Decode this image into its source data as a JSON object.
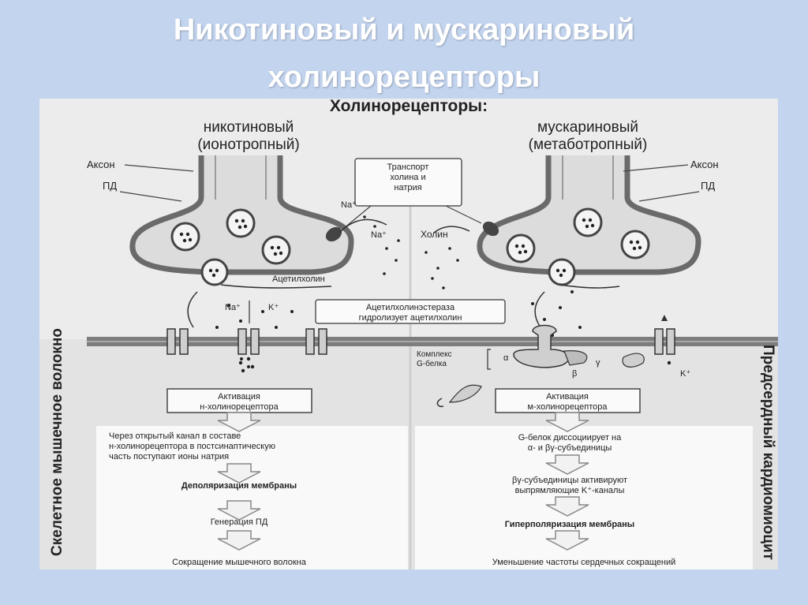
{
  "slide": {
    "title_line1": "Никотиновый и мускариновый",
    "title_line2": "холинорецепторы"
  },
  "figure": {
    "heading": "Холинорецепторы:",
    "left": {
      "heading_line1": "никотиновый",
      "heading_line2": "(ионотропный)",
      "axon_label": "Аксон",
      "pd_label": "ПД",
      "na_label_1": "Na⁺",
      "na_label_2": "Na⁺",
      "acetylcholine_label": "Ацетилхолин",
      "na_label_3": "Na⁺",
      "k_label": "K⁺",
      "side_label": "Скелетное мышечное волокно",
      "activation_line1": "Активация",
      "activation_line2": "н-холинорецептора",
      "text1_line1": "Через открытый канал в составе",
      "text1_line2": "н-холинорецептора в постсинаптическую",
      "text1_line3": "часть поступают ионы натрия",
      "depolarization": "Деполяризация мембраны",
      "pd_generation": "Генерация ПД",
      "contraction": "Сокращение мышечного волокна"
    },
    "center": {
      "transport_line1": "Транспорт",
      "transport_line2": "холина и",
      "transport_line3": "натрия",
      "ache_line1": "Ацетилхолинэстераза",
      "ache_line2": "гидролизует ацетилхолин"
    },
    "right": {
      "heading_line1": "мускариновый",
      "heading_line2": "(метаботропный)",
      "axon_label": "Аксон",
      "pd_label": "ПД",
      "choline_label": "Холин",
      "gprotein_line1": "Комплекс",
      "gprotein_line2": "G-белка",
      "alpha": "α",
      "beta": "β",
      "gamma": "γ",
      "k_label": "K⁺",
      "side_label": "Предсердный кардиомиоцит",
      "activation_line1": "Активация",
      "activation_line2": "м-холинорецептора",
      "text1_line1": "G-белок диссоциирует на",
      "text1_line2": "α- и βγ-субъединицы",
      "text2_line1": "βγ-субъединицы активируют",
      "text2_line2": "выпрямляющие K⁺-каналы",
      "hyperpolarization": "Гиперполяризация мембраны",
      "heart_rate": "Уменьшение частоты сердечных сокращений"
    }
  }
}
